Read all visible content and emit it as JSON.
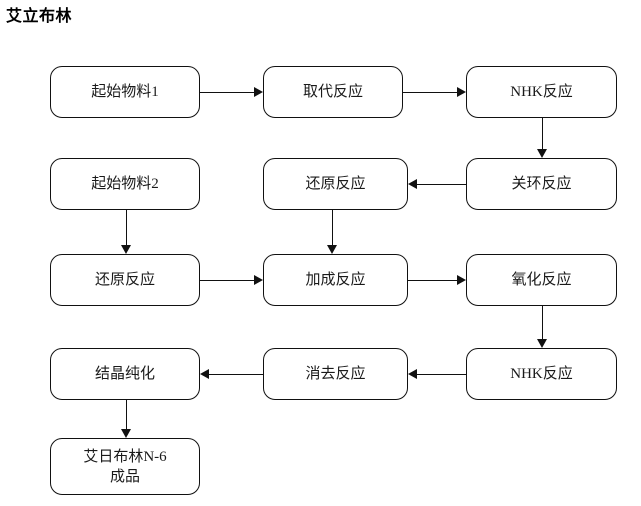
{
  "diagram": {
    "title": "艾立布林",
    "type": "process-flowchart",
    "orientation": "serpentine-boustrophedon",
    "colors": {
      "background": "#ffffff",
      "node_border": "#111111",
      "node_fill": "#ffffff",
      "text": "#1a1a1a",
      "connector": "#111111"
    },
    "nodes": [
      {
        "id": "n1",
        "label": "起始物料1",
        "row": 1,
        "col": 1
      },
      {
        "id": "n2",
        "label": "取代反应",
        "row": 1,
        "col": 2
      },
      {
        "id": "n3",
        "label": "NHK反应",
        "row": 1,
        "col": 3
      },
      {
        "id": "n4",
        "label": "起始物料2",
        "row": 2,
        "col": 1
      },
      {
        "id": "n5",
        "label": "还原反应",
        "row": 2,
        "col": 2
      },
      {
        "id": "n6",
        "label": "关环反应",
        "row": 2,
        "col": 3
      },
      {
        "id": "n7",
        "label": "还原反应",
        "row": 3,
        "col": 1
      },
      {
        "id": "n8",
        "label": "加成反应",
        "row": 3,
        "col": 2
      },
      {
        "id": "n9",
        "label": "氧化反应",
        "row": 3,
        "col": 3
      },
      {
        "id": "n10",
        "label": "结晶纯化",
        "row": 4,
        "col": 1
      },
      {
        "id": "n11",
        "label": "消去反应",
        "row": 4,
        "col": 2
      },
      {
        "id": "n12",
        "label": "NHK反应",
        "row": 4,
        "col": 3
      },
      {
        "id": "n13",
        "label": "艾日布林N-6\n成品",
        "row": 5,
        "col": 1
      }
    ],
    "edges": [
      {
        "from": "n1",
        "to": "n2",
        "direction": "right"
      },
      {
        "from": "n2",
        "to": "n3",
        "direction": "right"
      },
      {
        "from": "n3",
        "to": "n6",
        "direction": "down"
      },
      {
        "from": "n6",
        "to": "n5",
        "direction": "left"
      },
      {
        "from": "n5",
        "to": "n8",
        "direction": "down"
      },
      {
        "from": "n4",
        "to": "n7",
        "direction": "down"
      },
      {
        "from": "n7",
        "to": "n8",
        "direction": "right"
      },
      {
        "from": "n8",
        "to": "n9",
        "direction": "right"
      },
      {
        "from": "n9",
        "to": "n12",
        "direction": "down"
      },
      {
        "from": "n12",
        "to": "n11",
        "direction": "left"
      },
      {
        "from": "n11",
        "to": "n10",
        "direction": "left"
      },
      {
        "from": "n10",
        "to": "n13",
        "direction": "down"
      }
    ]
  }
}
